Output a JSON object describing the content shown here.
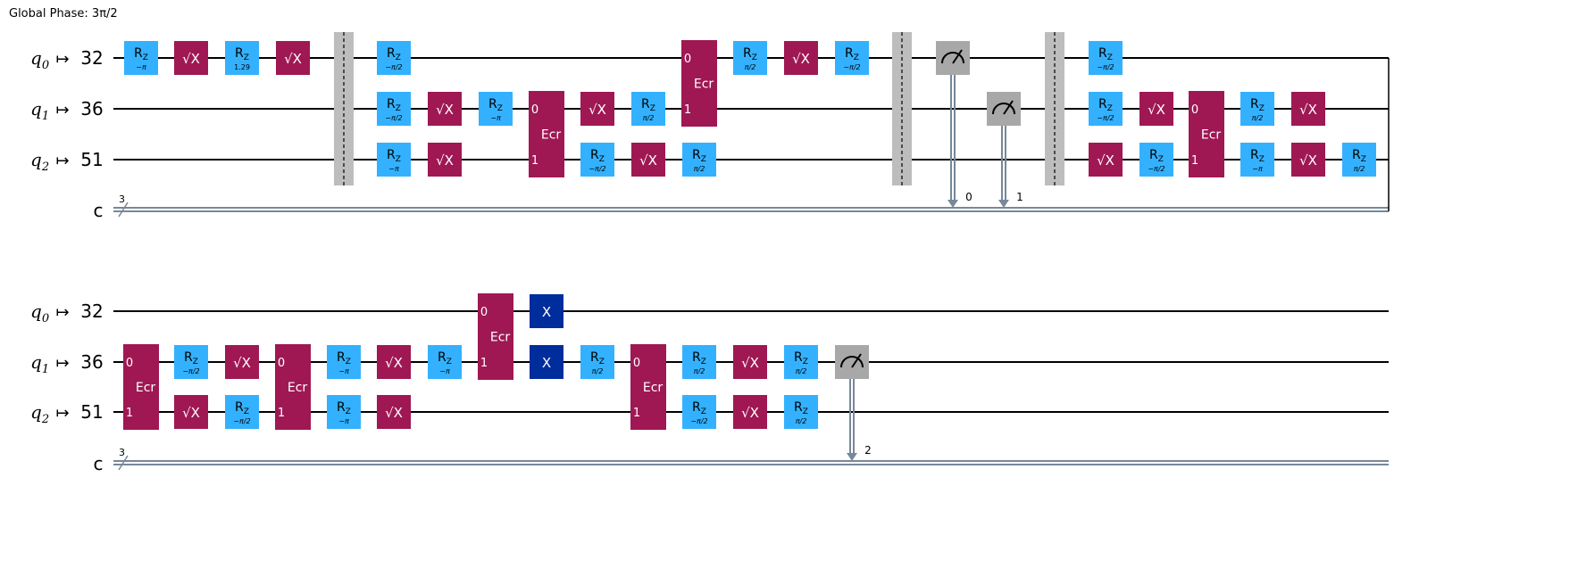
{
  "global_phase": "Global Phase: 3π/2",
  "colors": {
    "rz": "#33b1ff",
    "sx": "#9f1853",
    "ecr": "#9f1853",
    "x": "#002d9c",
    "measure": "#a8a8a8",
    "barrier": "#bdbdbd",
    "classical": "#778899",
    "wire": "#000000",
    "gate_text_light": "#ffffff",
    "gate_text_dark": "#000000"
  },
  "panels": [
    {
      "qubits": [
        {
          "name": "q",
          "index": "0",
          "physical": "32"
        },
        {
          "name": "q",
          "index": "1",
          "physical": "36"
        },
        {
          "name": "q",
          "index": "2",
          "physical": "51"
        }
      ],
      "creg": {
        "name": "c",
        "size": "3"
      },
      "columns": [
        {
          "gates": [
            {
              "type": "rz",
              "q": 0,
              "param": "−π"
            }
          ]
        },
        {
          "gates": [
            {
              "type": "sx",
              "q": 0
            }
          ]
        },
        {
          "gates": [
            {
              "type": "rz",
              "q": 0,
              "param": "1.29"
            }
          ]
        },
        {
          "gates": [
            {
              "type": "sx",
              "q": 0
            }
          ]
        },
        {
          "gates": [
            {
              "type": "barrier"
            }
          ]
        },
        {
          "gates": [
            {
              "type": "rz",
              "q": 0,
              "param": "−π/2"
            },
            {
              "type": "rz",
              "q": 1,
              "param": "−π/2"
            },
            {
              "type": "rz",
              "q": 2,
              "param": "−π"
            }
          ]
        },
        {
          "gates": [
            {
              "type": "sx",
              "q": 1
            },
            {
              "type": "sx",
              "q": 2
            }
          ]
        },
        {
          "gates": [
            {
              "type": "rz",
              "q": 1,
              "param": "−π"
            }
          ]
        },
        {
          "gates": [
            {
              "type": "ecr",
              "q": 1,
              "q2": 2,
              "label": "Ecr"
            }
          ]
        },
        {
          "gates": [
            {
              "type": "sx",
              "q": 1
            },
            {
              "type": "rz",
              "q": 2,
              "param": "−π/2"
            }
          ]
        },
        {
          "gates": [
            {
              "type": "rz",
              "q": 1,
              "param": "π/2"
            },
            {
              "type": "sx",
              "q": 2
            }
          ]
        },
        {
          "gates": [
            {
              "type": "ecr",
              "q": 0,
              "q2": 1,
              "label": "Ecr"
            },
            {
              "type": "rz",
              "q": 2,
              "param": "π/2"
            }
          ]
        },
        {
          "gates": [
            {
              "type": "rz",
              "q": 0,
              "param": "π/2"
            }
          ]
        },
        {
          "gates": [
            {
              "type": "sx",
              "q": 0
            }
          ]
        },
        {
          "gates": [
            {
              "type": "rz",
              "q": 0,
              "param": "−π/2"
            }
          ]
        },
        {
          "gates": [
            {
              "type": "barrier"
            }
          ]
        },
        {
          "gates": [
            {
              "type": "measure",
              "q": 0,
              "bit": "0"
            }
          ]
        },
        {
          "gates": [
            {
              "type": "measure",
              "q": 1,
              "bit": "1"
            }
          ]
        },
        {
          "gates": [
            {
              "type": "barrier"
            }
          ]
        },
        {
          "gates": [
            {
              "type": "rz",
              "q": 0,
              "param": "−π/2"
            },
            {
              "type": "rz",
              "q": 1,
              "param": "−π/2"
            },
            {
              "type": "sx",
              "q": 2
            }
          ]
        },
        {
          "gates": [
            {
              "type": "sx",
              "q": 1
            },
            {
              "type": "rz",
              "q": 2,
              "param": "−π/2"
            }
          ]
        },
        {
          "gates": [
            {
              "type": "ecr",
              "q": 1,
              "q2": 2,
              "label": "Ecr"
            }
          ]
        },
        {
          "gates": [
            {
              "type": "rz",
              "q": 1,
              "param": "π/2"
            },
            {
              "type": "rz",
              "q": 2,
              "param": "−π"
            }
          ]
        },
        {
          "gates": [
            {
              "type": "sx",
              "q": 1
            },
            {
              "type": "sx",
              "q": 2
            }
          ]
        },
        {
          "gates": [
            {
              "type": "rz",
              "q": 2,
              "param": "π/2"
            }
          ]
        }
      ]
    },
    {
      "qubits": [
        {
          "name": "q",
          "index": "0",
          "physical": "32"
        },
        {
          "name": "q",
          "index": "1",
          "physical": "36"
        },
        {
          "name": "q",
          "index": "2",
          "physical": "51"
        }
      ],
      "creg": {
        "name": "c",
        "size": "3"
      },
      "columns": [
        {
          "gates": [
            {
              "type": "ecr",
              "q": 1,
              "q2": 2,
              "label": "Ecr"
            }
          ]
        },
        {
          "gates": [
            {
              "type": "rz",
              "q": 1,
              "param": "−π/2"
            },
            {
              "type": "sx",
              "q": 2
            }
          ]
        },
        {
          "gates": [
            {
              "type": "sx",
              "q": 1
            },
            {
              "type": "rz",
              "q": 2,
              "param": "−π/2"
            }
          ]
        },
        {
          "gates": [
            {
              "type": "ecr",
              "q": 1,
              "q2": 2,
              "label": "Ecr"
            }
          ]
        },
        {
          "gates": [
            {
              "type": "rz",
              "q": 1,
              "param": "−π"
            },
            {
              "type": "rz",
              "q": 2,
              "param": "−π"
            }
          ]
        },
        {
          "gates": [
            {
              "type": "sx",
              "q": 1
            },
            {
              "type": "sx",
              "q": 2
            }
          ]
        },
        {
          "gates": [
            {
              "type": "rz",
              "q": 1,
              "param": "−π"
            }
          ]
        },
        {
          "gates": [
            {
              "type": "ecr",
              "q": 0,
              "q2": 1,
              "label": "Ecr"
            }
          ]
        },
        {
          "gates": [
            {
              "type": "x",
              "q": 0
            },
            {
              "type": "x",
              "q": 1
            }
          ]
        },
        {
          "gates": [
            {
              "type": "rz",
              "q": 1,
              "param": "π/2"
            }
          ]
        },
        {
          "gates": [
            {
              "type": "ecr",
              "q": 1,
              "q2": 2,
              "label": "Ecr"
            }
          ]
        },
        {
          "gates": [
            {
              "type": "rz",
              "q": 1,
              "param": "π/2"
            },
            {
              "type": "rz",
              "q": 2,
              "param": "−π/2"
            }
          ]
        },
        {
          "gates": [
            {
              "type": "sx",
              "q": 1
            },
            {
              "type": "sx",
              "q": 2
            }
          ]
        },
        {
          "gates": [
            {
              "type": "rz",
              "q": 1,
              "param": "π/2"
            },
            {
              "type": "rz",
              "q": 2,
              "param": "π/2"
            }
          ]
        },
        {
          "gates": [
            {
              "type": "measure",
              "q": 1,
              "bit": "2"
            }
          ]
        }
      ]
    }
  ],
  "labels": {
    "rz": "R",
    "rz_sub": "Z",
    "sx": "√X",
    "x": "X",
    "mapsto": "↦",
    "ecr_pin0": "0",
    "ecr_pin1": "1"
  }
}
